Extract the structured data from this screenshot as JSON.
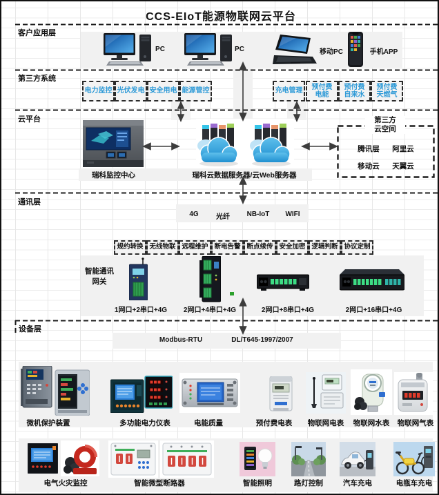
{
  "title": "CCS-EIoT能源物联网云平台",
  "layers": {
    "client": {
      "label": "客户应用层",
      "items": [
        "PC",
        "PC",
        "移动PC",
        "手机APP"
      ]
    },
    "third_party": {
      "label": "第三方系统",
      "left_tags": [
        "电力监控",
        "光伏发电",
        "安全用电",
        "能源管控"
      ],
      "right_tags": [
        "充电管理",
        "预付费\n电能",
        "预付费\n自来水",
        "预付费\n天燃气"
      ]
    },
    "cloud": {
      "label": "云平台",
      "monitoring_label": "瑞科监控中心",
      "server_label": "瑞科云数据服务器/云Web服务器",
      "third_cloud": {
        "title": "第三方\n云空间",
        "providers": [
          "腾讯层",
          "阿里云",
          "移动云",
          "天翼云"
        ]
      }
    },
    "comm": {
      "label": "通讯层",
      "channels": [
        "4G",
        "光纤",
        "NB-IoT",
        "WIFI"
      ],
      "features": [
        "规约转换",
        "无线物联",
        "远程维护",
        "断电告警",
        "断点续传",
        "安全加密",
        "逻辑判断",
        "协议定制"
      ],
      "gateway": {
        "label": "智能通讯\n网关",
        "models": [
          "1网口+2串口+4G",
          "2网口+4串口+4G",
          "2网口+8串口+4G",
          "2网口+16串口+4G"
        ]
      }
    },
    "device": {
      "label": "设备层",
      "protocols": [
        "Modbus-RTU",
        "DL/T645-1997/2007"
      ],
      "row1": [
        "微机保护装置",
        "多功能电力仪表",
        "电能质量",
        "预付费电表",
        "物联网电表",
        "物联网水表",
        "物联网气表"
      ],
      "row2": [
        "电气火灾监控",
        "智能微型断路器",
        "智能照明",
        "路灯控制",
        "汽车充电",
        "电瓶车充电"
      ]
    }
  },
  "colors": {
    "accent_blue": "#2e9ad7",
    "band_gray": "#f1f1f1"
  }
}
